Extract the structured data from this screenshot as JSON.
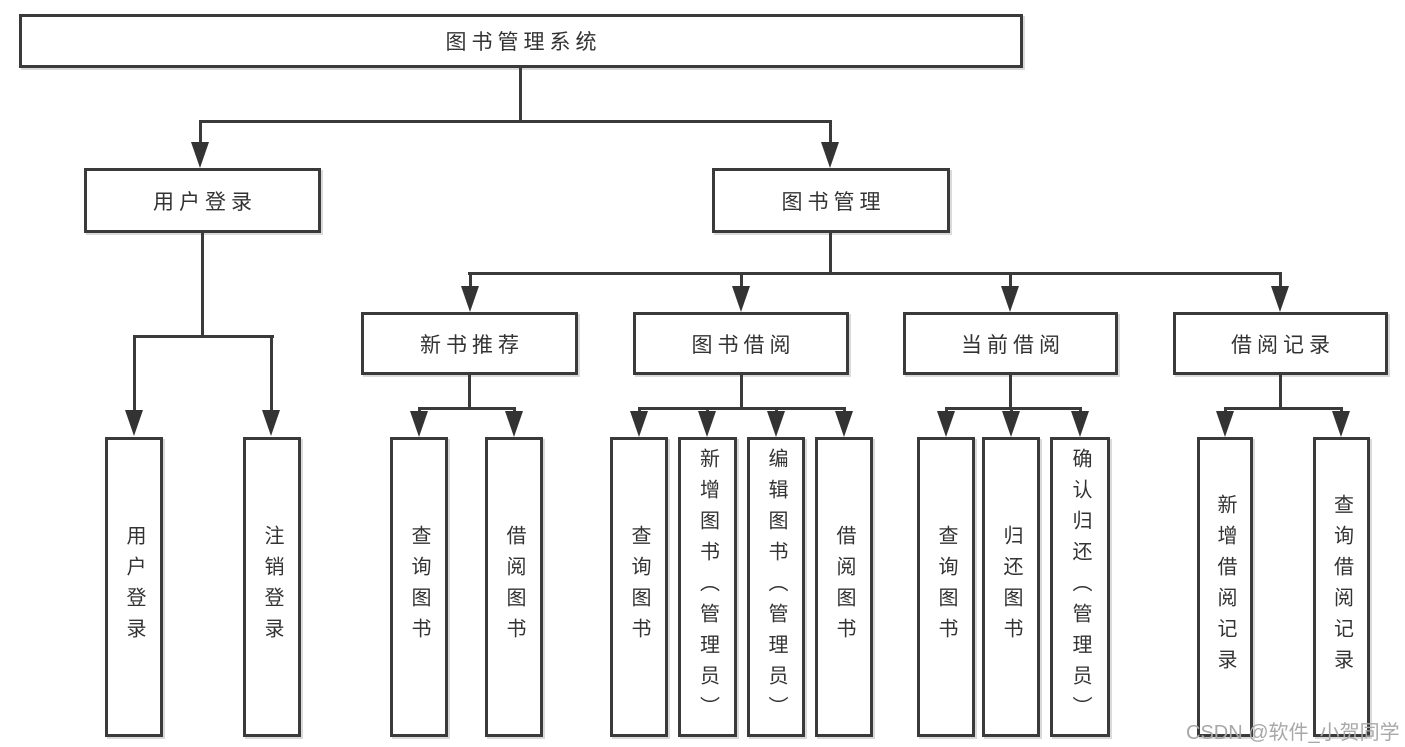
{
  "diagram": {
    "type": "hierarchy-tree",
    "title": "图书管理系统",
    "watermark": "CSDN @软件_小贺同学",
    "colors": {
      "line": "#3a3a3a",
      "text": "#333333",
      "background": "#ffffff",
      "watermark": "#a8a8a8"
    },
    "nodes": {
      "root": {
        "label": "图书管理系统"
      },
      "user_login": {
        "label": "用户登录"
      },
      "book_mgmt": {
        "label": "图书管理"
      },
      "new_book_rec": {
        "label": "新书推荐"
      },
      "book_borrow": {
        "label": "图书借阅"
      },
      "current_borrow": {
        "label": "当前借阅"
      },
      "borrow_records": {
        "label": "借阅记录"
      },
      "leaf_user_login": {
        "label": "用户登录"
      },
      "leaf_logout": {
        "label": "注销登录"
      },
      "leaf_query_book_rec": {
        "label": "查询图书"
      },
      "leaf_borrow_book_rec": {
        "label": "借阅图书"
      },
      "leaf_query_book_borrow": {
        "label": "查询图书"
      },
      "leaf_add_book_admin": {
        "label": "新增图书（管理员）"
      },
      "leaf_edit_book_admin": {
        "label": "编辑图书（管理员）"
      },
      "leaf_borrow_book_borrow": {
        "label": "借阅图书"
      },
      "leaf_query_book_current": {
        "label": "查询图书"
      },
      "leaf_return_book": {
        "label": "归还图书"
      },
      "leaf_confirm_return_admin": {
        "label": "确认归还（管理员）"
      },
      "leaf_add_borrow_record": {
        "label": "新增借阅记录"
      },
      "leaf_query_borrow_record": {
        "label": "查询借阅记录"
      }
    },
    "hierarchy": {
      "root": [
        "user_login",
        "book_mgmt"
      ],
      "user_login": [
        "leaf_user_login",
        "leaf_logout"
      ],
      "book_mgmt": [
        "new_book_rec",
        "book_borrow",
        "current_borrow",
        "borrow_records"
      ],
      "new_book_rec": [
        "leaf_query_book_rec",
        "leaf_borrow_book_rec"
      ],
      "book_borrow": [
        "leaf_query_book_borrow",
        "leaf_add_book_admin",
        "leaf_edit_book_admin",
        "leaf_borrow_book_borrow"
      ],
      "current_borrow": [
        "leaf_query_book_current",
        "leaf_return_book",
        "leaf_confirm_return_admin"
      ],
      "borrow_records": [
        "leaf_add_borrow_record",
        "leaf_query_borrow_record"
      ]
    }
  }
}
